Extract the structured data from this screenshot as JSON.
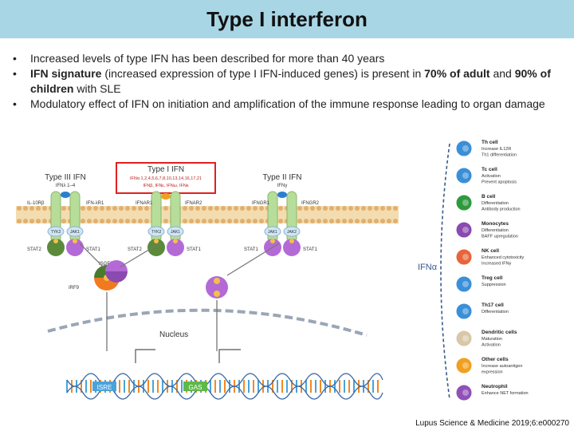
{
  "title": "Type I interferon",
  "bullets": [
    {
      "parts": [
        {
          "t": "Increased levels of type IFN has been described for more than 40 years",
          "b": false
        }
      ]
    },
    {
      "parts": [
        {
          "t": "IFN signature",
          "b": true
        },
        {
          "t": " (increased expression of type I IFN-induced genes) is present in ",
          "b": false
        },
        {
          "t": "70% of adult",
          "b": true
        },
        {
          "t": " and ",
          "b": false
        },
        {
          "t": "90% of children",
          "b": true
        },
        {
          "t": " with SLE",
          "b": false
        }
      ]
    },
    {
      "parts": [
        {
          "t": "Modulatory effect of IFN on initiation and amplification of the immune response leading to organ damage",
          "b": false
        }
      ]
    }
  ],
  "diagram": {
    "type3_title": "Type III IFN",
    "type3_sub": "IFNλ 1–4",
    "type1_title": "Type I IFN",
    "type1_sub1": "IFNα 1,2,4,5,6,7,8,10,13,14,16,17,21",
    "type1_sub2": "IFNβ, IFNε, IFNω, IFNκ",
    "type2_title": "Type II IFN",
    "type2_sub": "IFNγ",
    "receptors": [
      "IL-10Rβ",
      "IFN-λR1",
      "IFNAR1",
      "IFNAR2",
      "IFNGR1",
      "IFNGR2"
    ],
    "kinases": [
      "TYK2",
      "JAK1",
      "TYK2",
      "JAK1",
      "JAK1",
      "JAK2"
    ],
    "stats": [
      "STAT2",
      "STAT1",
      "STAT2",
      "STAT1",
      "STAT1",
      "STAT1"
    ],
    "isgf3": "ISGF3",
    "irf9": "IRF9",
    "nucleus": "Nucleus",
    "isre": "ISRE",
    "gas": "GAS",
    "colors": {
      "membrane": "#e8c890",
      "receptor": "#b7dd9a",
      "stat_green": "#5a8a3a",
      "stat_purple": "#b36ad6",
      "isre": "#4aa3d8",
      "gas": "#5fb84a",
      "dna_orange": "#f08a24"
    }
  },
  "cells_panel": {
    "ifn_label": "IFNα",
    "cells": [
      {
        "name": "Th cell",
        "lines": [
          "Increase IL12R",
          "Th1 differentiation"
        ],
        "color": "#3a8fd8",
        "icon": "th-cell-icon"
      },
      {
        "name": "Tc cell",
        "lines": [
          "Activation",
          "Prevent apoptosis"
        ],
        "color": "#3a8fd8",
        "icon": "tc-cell-icon"
      },
      {
        "name": "B cell",
        "lines": [
          "Differentiation",
          "Antibody production"
        ],
        "color": "#2e9a3e",
        "icon": "b-cell-icon"
      },
      {
        "name": "Monocytes",
        "lines": [
          "Differentiation",
          "BAFF upregulation"
        ],
        "color": "#8a4ab0",
        "icon": "monocyte-icon"
      },
      {
        "name": "NK cell",
        "lines": [
          "Enhanced cytotoxicity",
          "Increased IFNγ"
        ],
        "color": "#e8643a",
        "icon": "nk-cell-icon"
      },
      {
        "name": "Treg cell",
        "lines": [
          "Suppression"
        ],
        "color": "#3a8fd8",
        "icon": "treg-cell-icon"
      },
      {
        "name": "Th17 cell",
        "lines": [
          "Differentiation"
        ],
        "color": "#3a8fd8",
        "icon": "th17-cell-icon"
      },
      {
        "name": "Dendritic cells",
        "lines": [
          "Maturation",
          "Activation"
        ],
        "color": "#d8c8a8",
        "icon": "dendritic-cell-icon"
      },
      {
        "name": "Other cells",
        "lines": [
          "Increase autoantigen",
          "expression"
        ],
        "color": "#f0a020",
        "icon": "other-cell-icon"
      },
      {
        "name": "Neutrophil",
        "lines": [
          "Enhance NET formation"
        ],
        "color": "#9050b8",
        "icon": "neutrophil-icon"
      }
    ]
  },
  "citation": "Lupus Science & Medicine 2019;6:e000270"
}
